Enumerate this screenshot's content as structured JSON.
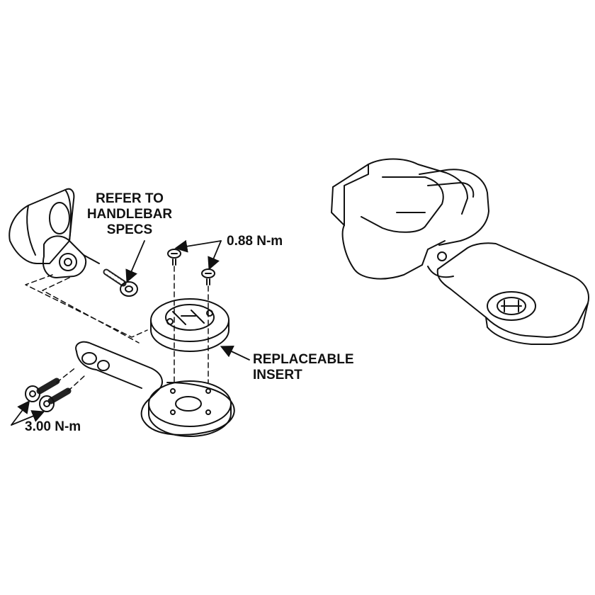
{
  "labels": {
    "handlebar_line1": "REFER TO",
    "handlebar_line2": "HANDLEBAR",
    "handlebar_line3": "SPECS",
    "torque_small": "0.88 N-m",
    "insert_line1": "REPLACEABLE",
    "insert_line2": "INSERT",
    "torque_large": "3.00 N-m"
  }
}
